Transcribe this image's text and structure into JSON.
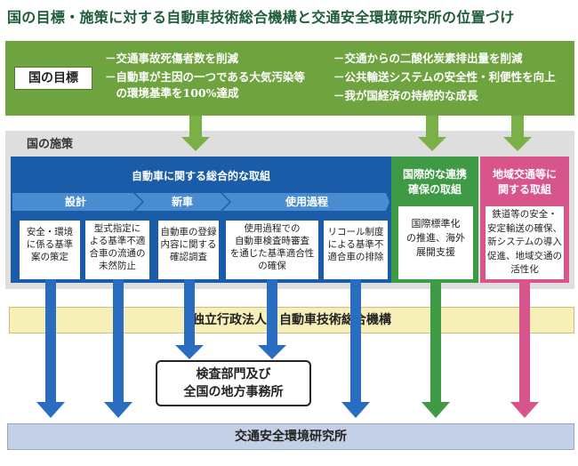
{
  "title": "国の目標・施策に対する自動車技術総合機構と交通安全環境研究所の位置づけ",
  "goals": {
    "label": "国の目標",
    "left": [
      "－交通事故死傷者数を削減",
      "－自動車が主因の一つである大気汚染等",
      "　の環境基準を100%達成"
    ],
    "right": [
      "－交通からの二酸化炭素排出量を削減",
      "－公共輸送システムの安全性・利便性を向上",
      "－我が国経済の持続的な成長"
    ]
  },
  "policy": {
    "label": "国の施策",
    "vehicle_panel": {
      "title": "自動車に関する総合的な取組",
      "stages": [
        "設計",
        "新車",
        "使用過程"
      ],
      "items": [
        [
          "安全・環境",
          "に係る基準",
          "案の策定"
        ],
        [
          "型式指定に",
          "よる基準不適",
          "合車の流通の",
          "未然防止"
        ],
        [
          "自動車の登録",
          "内容に関する",
          "確認調査"
        ],
        [
          "使用過程での",
          "自動車検査時審査",
          "を通じた基準適合性",
          "の確保"
        ],
        [
          "リコール制度",
          "による基準不",
          "適合車の排除"
        ]
      ]
    },
    "intl_panel": {
      "title": [
        "国際的な連携",
        "確保の取組"
      ],
      "item": [
        "国際標準化",
        "の推進、海外",
        "展開支援"
      ]
    },
    "regional_panel": {
      "title": [
        "地域交通等に",
        "関する取組"
      ],
      "item": [
        "鉄道等の安全・",
        "安定輸送の確保、",
        "新システムの導入",
        "促進、地域交通の",
        "活性化"
      ]
    }
  },
  "agency": "独立行政法人　自動車技術総合機構",
  "branch": [
    "検査部門及び",
    "全国の地方事務所"
  ],
  "institute": "交通安全環境研究所",
  "colors": {
    "goal_green": "#6fa33f",
    "vehicle_blue": "#1a5ca7",
    "stage_blue": "#4a8cd0",
    "intl_green": "#3f9a46",
    "regional_pink": "#d8558c",
    "agency_yellow": "#f6f0b8",
    "institute_blue": "#c4d0e6"
  }
}
